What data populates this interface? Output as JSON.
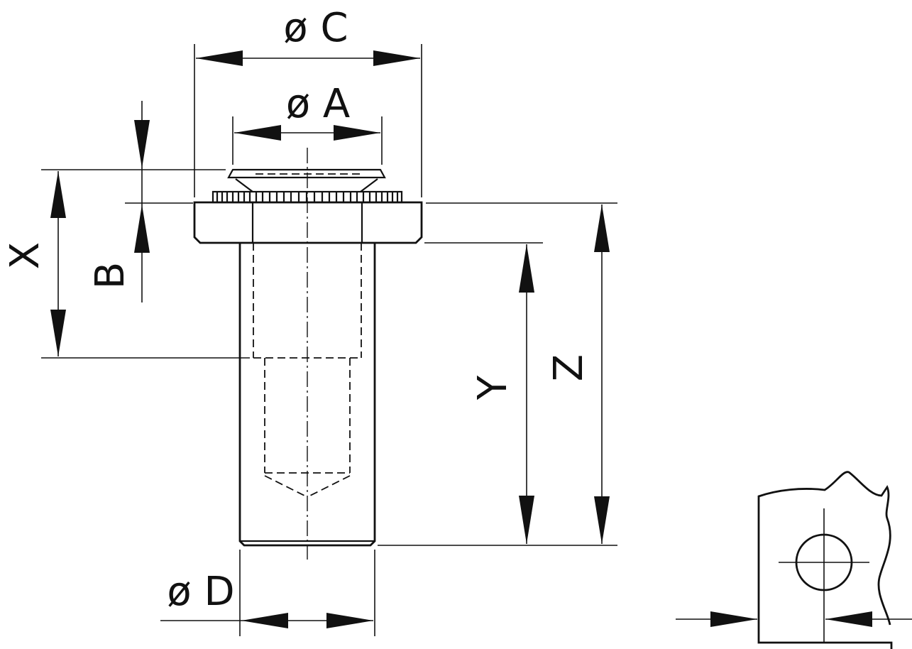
{
  "labels": {
    "c": "ø C",
    "a": "ø A",
    "x": "X",
    "b": "B",
    "y": "Y",
    "z": "Z",
    "d": "ø D"
  },
  "colors": {
    "ink": "#111111",
    "paper": "#ffffff"
  }
}
